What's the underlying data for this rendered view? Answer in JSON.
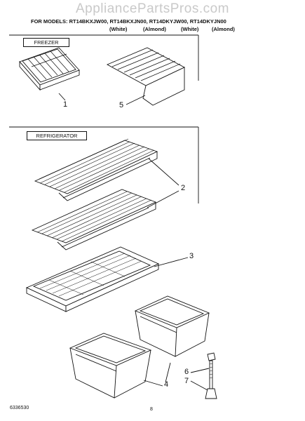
{
  "page": {
    "watermark": "AppliancePartsPros.com",
    "models_line": "FOR MODELS: RT14BKXJW00, RT14BKXJN00, RT14DKYJW00, RT14DKYJN00",
    "colors": [
      "(White)",
      "(Almond)",
      "(White)",
      "(Almond)"
    ],
    "footer_left": "6336530",
    "footer_page": "8"
  },
  "sections": {
    "freezer": "FREEZER",
    "refrigerator": "REFRIGERATOR"
  },
  "callouts": {
    "ice_tray": "1",
    "shelf": "2",
    "crisper_cover": "3",
    "crisper_pan": "4",
    "freezer_shelf": "5",
    "leveling_leg": "6",
    "roller": "7"
  }
}
